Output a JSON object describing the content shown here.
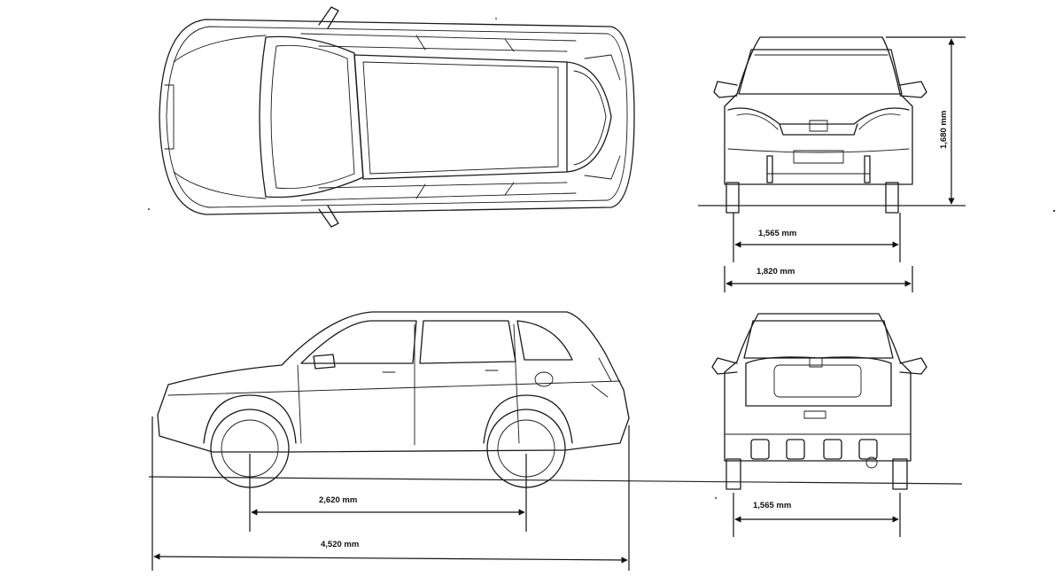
{
  "dimensions": {
    "front_track": "1,565 mm",
    "overall_width": "1,820 mm",
    "overall_height": "1,680 mm",
    "wheelbase": "2,620 mm",
    "overall_length": "4,520 mm",
    "rear_track": "1,565 mm"
  }
}
